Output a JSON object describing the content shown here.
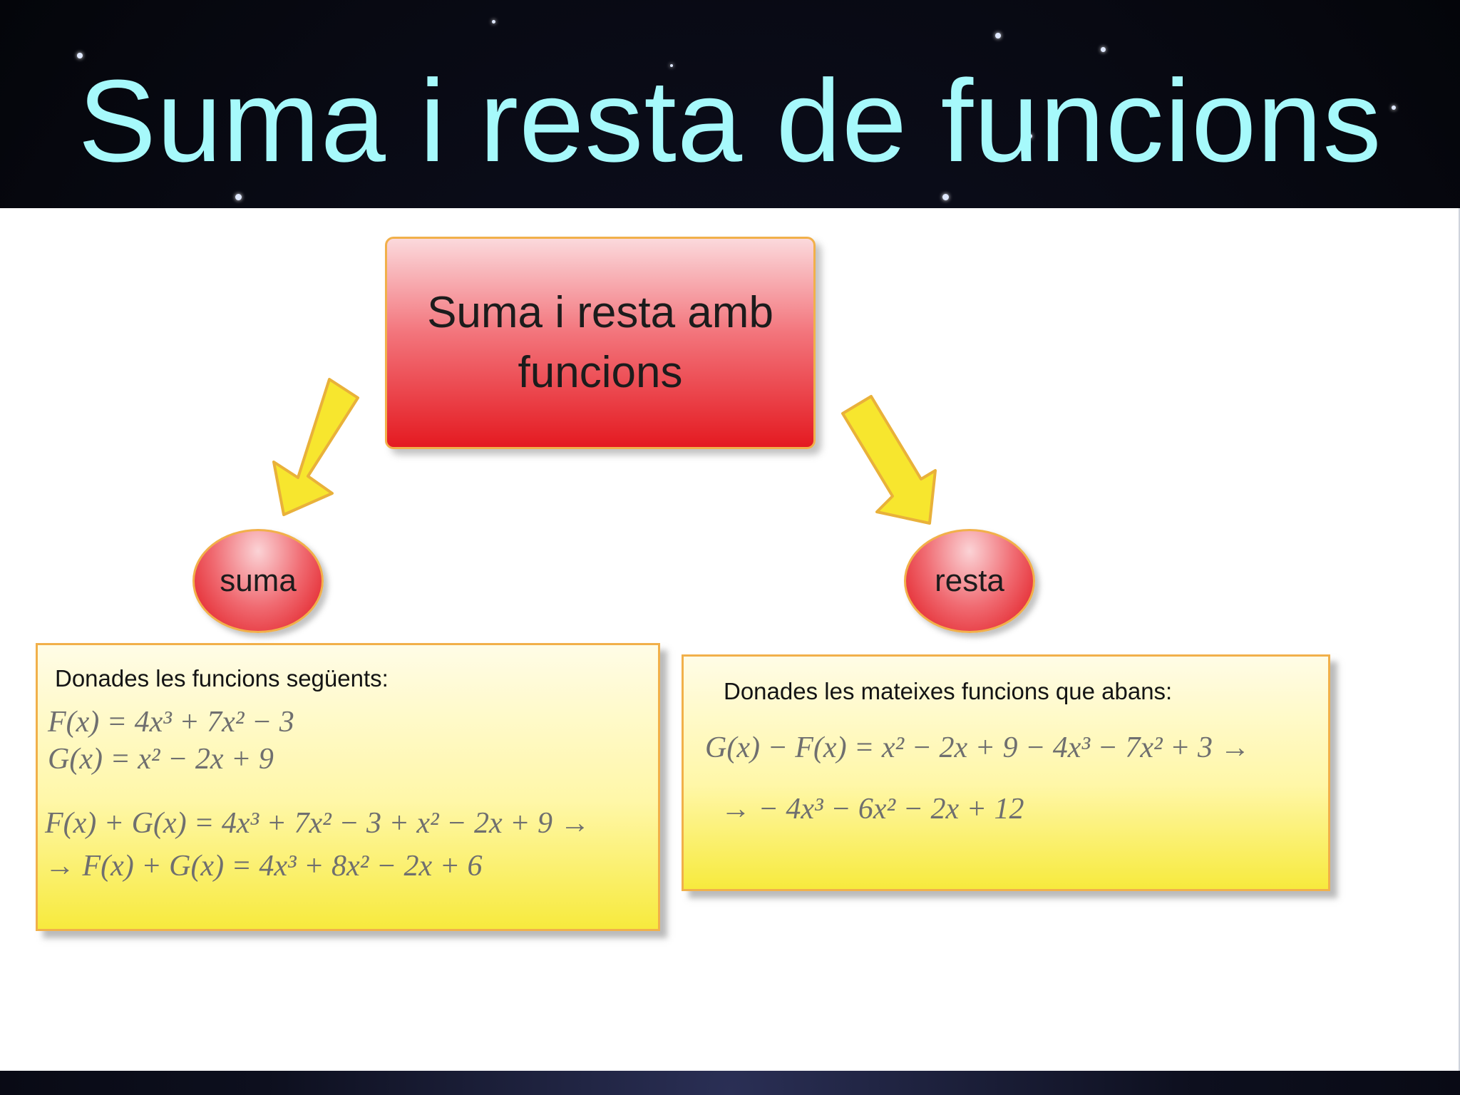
{
  "slide": {
    "title": "Suma i resta de funcions"
  },
  "diagram": {
    "main_box": {
      "line1": "Suma i resta amb",
      "line2": "funcions"
    },
    "left_node": {
      "label": "suma"
    },
    "right_node": {
      "label": "resta"
    },
    "suma_box": {
      "heading": "Donades les funcions següents:",
      "lines": [
        "F(x) = 4x³ + 7x² − 3",
        "G(x) = x² − 2x + 9",
        "F(x) + G(x) = 4x³ + 7x² − 3 + x² − 2x + 9 →",
        "→ F(x) + G(x) = 4x³ + 8x² − 2x + 6"
      ]
    },
    "resta_box": {
      "heading": "Donades les mateixes funcions que abans:",
      "lines": [
        "G(x) − F(x) = x² − 2x + 9 − 4x³ − 7x² + 3 →",
        "→ − 4x³ − 6x² − 2x + 12"
      ]
    }
  },
  "colors": {
    "title": "#a6f9fb",
    "box_red": "#e41a21",
    "arrow_yellow": "#f7e62e",
    "note_yellow": "#fff7a8",
    "border_orange": "#f1b04a"
  }
}
